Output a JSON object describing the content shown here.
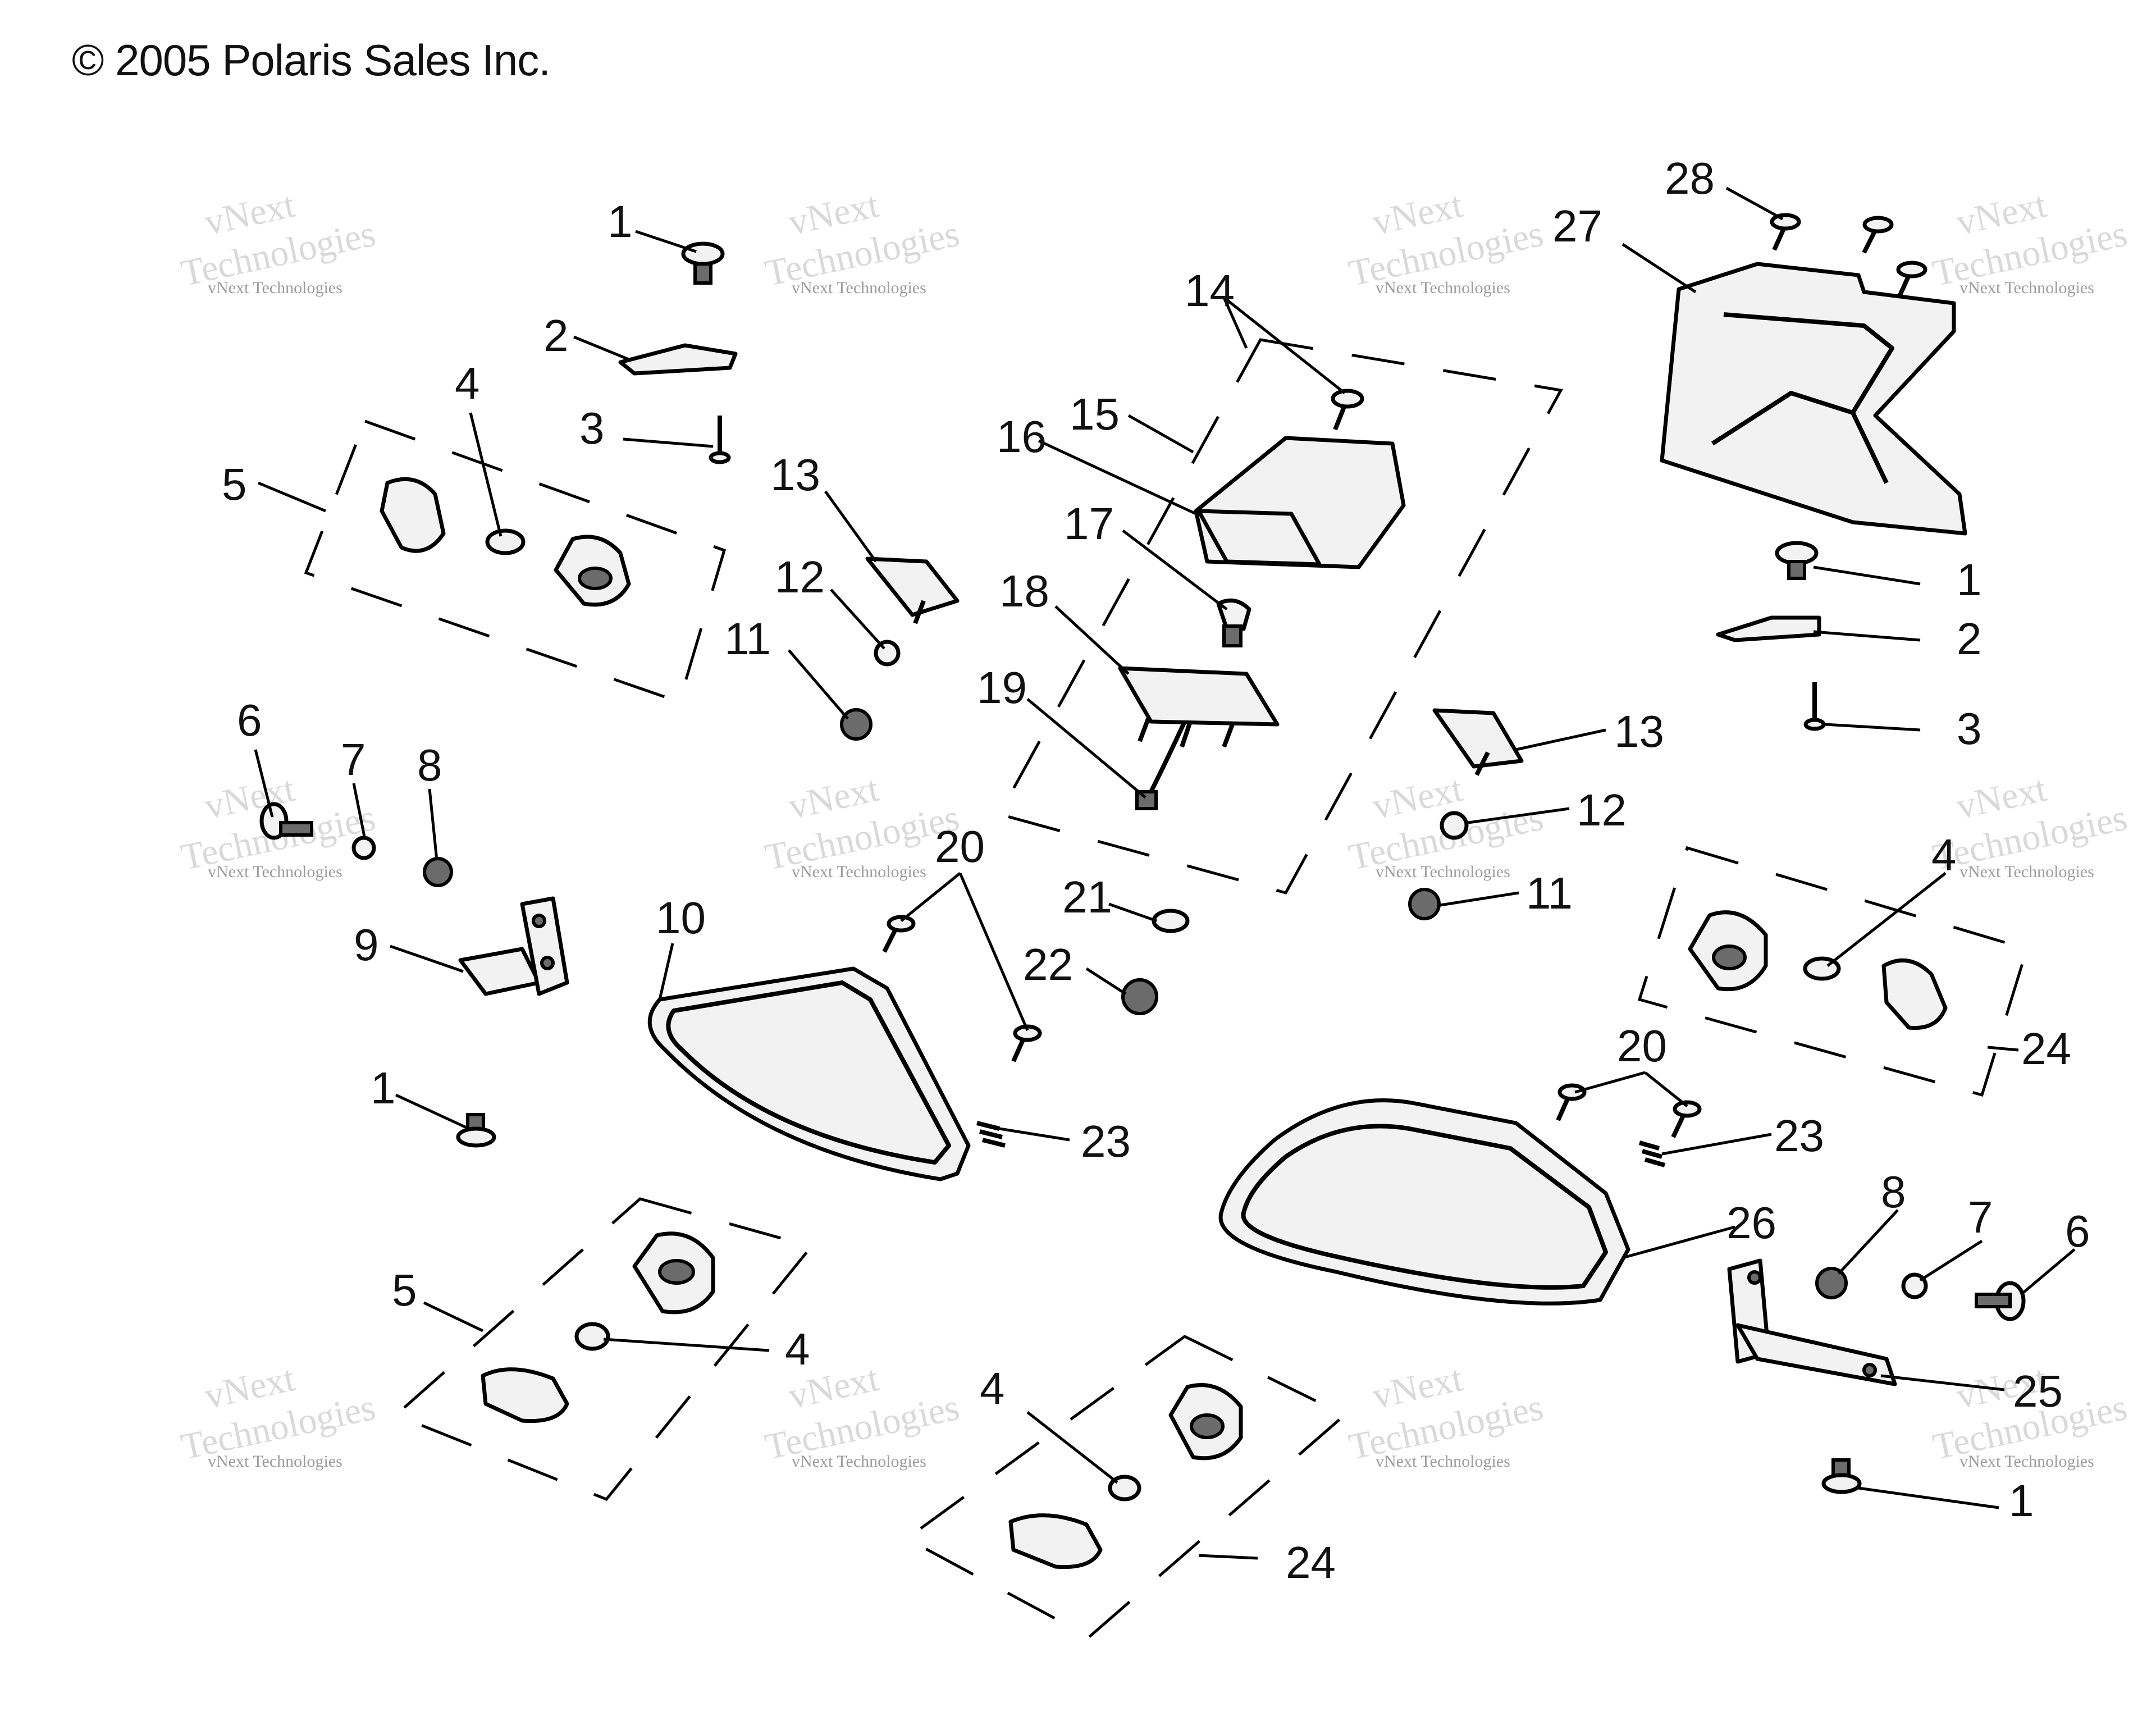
{
  "copyright": "© 2005 Polaris Sales Inc.",
  "watermark": {
    "line1": "vNext",
    "line2": "Technologies",
    "caption": "vNext Technologies"
  },
  "callouts": {
    "c1a": "1",
    "c2a": "2",
    "c3a": "3",
    "c4a": "4",
    "c5a": "5",
    "c6a": "6",
    "c7a": "7",
    "c8a": "8",
    "c9a": "9",
    "c10": "10",
    "c11a": "11",
    "c12a": "12",
    "c13a": "13",
    "c14": "14",
    "c15": "15",
    "c16": "16",
    "c17": "17",
    "c18": "18",
    "c19": "19",
    "c20a": "20",
    "c21": "21",
    "c22": "22",
    "c23a": "23",
    "c27": "27",
    "c28": "28",
    "c1b": "1",
    "c2b": "2",
    "c3b": "3",
    "c13b": "13",
    "c12b": "12",
    "c11b": "11",
    "c4b": "4",
    "c24a": "24",
    "c20b": "20",
    "c23b": "23",
    "c26": "26",
    "c8b": "8",
    "c7b": "7",
    "c6b": "6",
    "c25": "25",
    "c1c": "1",
    "c1d": "1",
    "c5b": "5",
    "c4c": "4",
    "c4d": "4",
    "c24b": "24"
  }
}
